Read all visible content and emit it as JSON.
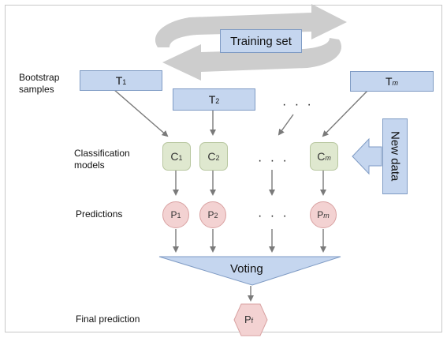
{
  "training_set": "Training set",
  "labels": {
    "bootstrap_line1": "Bootstrap",
    "bootstrap_line2": "samples",
    "classification_line1": "Classification",
    "classification_line2": "models",
    "predictions": "Predictions",
    "final_prediction": "Final prediction"
  },
  "bootstrap": [
    {
      "base": "T",
      "sub": "1"
    },
    {
      "base": "T",
      "sub": "2"
    },
    {
      "base": "T",
      "sub": "m"
    }
  ],
  "models": [
    {
      "base": "C",
      "sub": "1"
    },
    {
      "base": "C",
      "sub": "2"
    },
    {
      "base": "C",
      "sub": "m"
    }
  ],
  "predictions": [
    {
      "base": "P",
      "sub": "1"
    },
    {
      "base": "P",
      "sub": "2"
    },
    {
      "base": "P",
      "sub": "m"
    }
  ],
  "new_data": "New data",
  "voting": "Voting",
  "final": {
    "base": "P",
    "sub": "f"
  },
  "ellipsis": "· · ·",
  "colors": {
    "sample_box": "#c5d6ef",
    "model_box": "#dfe8cf",
    "prediction": "#f3d2d2",
    "arrow": "#7a7a7a",
    "cycle_arrow": "#cdcdcd"
  }
}
